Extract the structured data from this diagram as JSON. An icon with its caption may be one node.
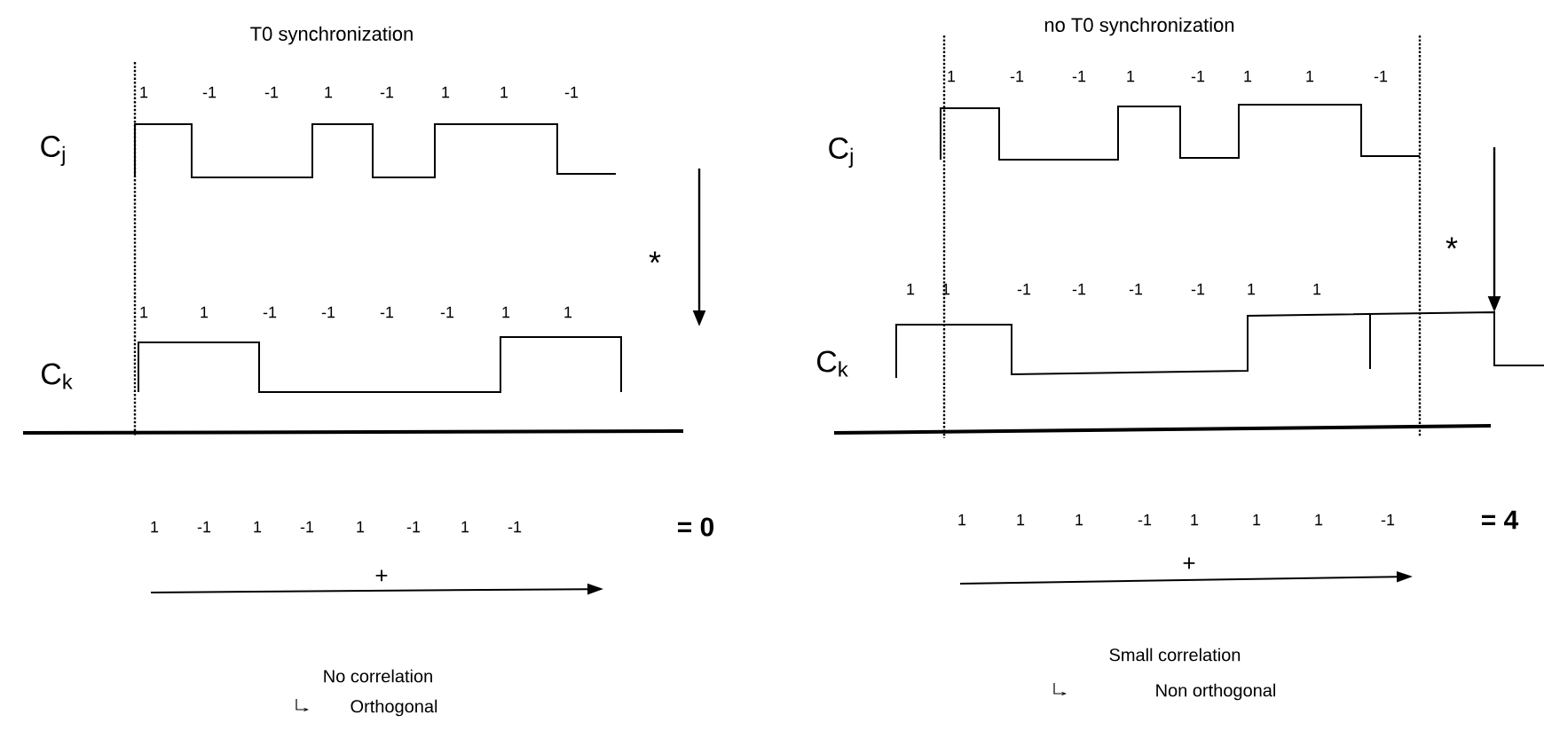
{
  "diagram": {
    "labels": [
      "T0 synchronization",
      "1",
      "-1",
      "-1",
      "1",
      "-1",
      "1",
      "1",
      "-1",
      "C$_{j}$",
      "*",
      "1",
      "1",
      "-1",
      "-1",
      "-1",
      "-1",
      "1",
      "1",
      "C$_{k}$",
      "1",
      "-1",
      "1",
      "-1",
      "1",
      "-1",
      "1",
      "-1",
      "= 0",
      "+",
      "No correlation",
      "Orthogonal",
      "no T0 synchronization",
      "1",
      "-1",
      "-1",
      "1",
      "-1",
      "1",
      "1",
      "-1",
      "C$_{j}$",
      "*",
      "1",
      "1",
      "-1",
      "-1",
      "-1",
      "-1",
      "1",
      "1",
      "C$_{k}$",
      "1",
      "1",
      "1",
      "-1",
      "1",
      "1",
      "1",
      "-1",
      "= 4",
      "+",
      "Small correlation",
      "Non orthogonal"
    ]
  }
}
